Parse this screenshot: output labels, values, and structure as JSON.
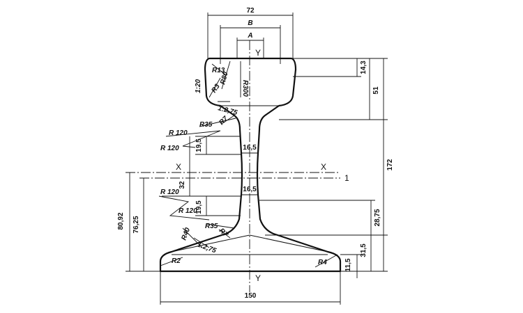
{
  "dimensions": {
    "top_width": "72",
    "b_width": "B",
    "a_width": "A",
    "head_offset": "14,3",
    "head_depth": "51",
    "total_height": "172",
    "web_upper": "16,5",
    "web_lower": "16,5",
    "base_width": "150",
    "dim_32": "32",
    "dim_19_5_upper": "19,5",
    "dim_19_5_lower": "19,5",
    "dim_80_92": "80,92",
    "dim_76_25": "76,25",
    "dim_28_75": "28,75",
    "dim_31_5": "31,5",
    "dim_11_5": "11,5"
  },
  "radii": {
    "r13": "R13",
    "r80": "R80",
    "r300": "R300",
    "r3": "R3",
    "r35_upper": "R35",
    "r7_upper": "R7",
    "r120_a": "R 120",
    "r120_b": "R 120",
    "r120_c": "R 120",
    "r120_d": "R 120",
    "r35_lower": "R35",
    "r7_lower": "R7",
    "r40": "R40",
    "r2": "R2",
    "r4": "R4"
  },
  "slopes": {
    "slope_1_20": "1:20",
    "slope_upper": "1:2,75",
    "slope_lower": "1:2,75"
  },
  "axes": {
    "y_top": "Y",
    "y_bottom": "Y",
    "x_left": "X",
    "x_right": "X",
    "axis_1": "1"
  }
}
